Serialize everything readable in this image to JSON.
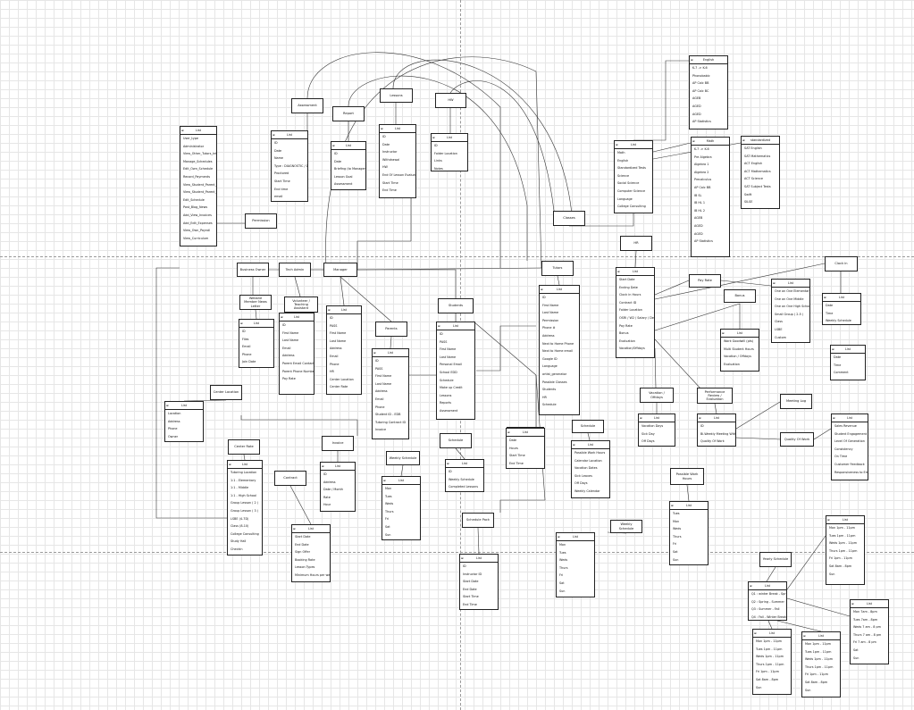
{
  "diagram": {
    "nodes": [
      {
        "id": "assessment",
        "label": "Assessment"
      },
      {
        "id": "report",
        "label": "Report"
      },
      {
        "id": "lessons",
        "label": "Lessons"
      },
      {
        "id": "hw",
        "label": "HW"
      },
      {
        "id": "permission",
        "label": "Permission"
      },
      {
        "id": "business_owner",
        "label": "Business Owner"
      },
      {
        "id": "tech_admin",
        "label": "Tech Admin"
      },
      {
        "id": "manager",
        "label": "Manager"
      },
      {
        "id": "website_member",
        "label": "Website Member News Letter"
      },
      {
        "id": "volunteer",
        "label": "Volunteer / Teaching Assistant"
      },
      {
        "id": "parents",
        "label": "Parents"
      },
      {
        "id": "students",
        "label": "Students"
      },
      {
        "id": "center_location",
        "label": "Center Location"
      },
      {
        "id": "center_rate",
        "label": "Center Rate"
      },
      {
        "id": "invoice",
        "label": "Invoice"
      },
      {
        "id": "contract",
        "label": "Contract"
      },
      {
        "id": "schedule_mid",
        "label": "Schedule"
      },
      {
        "id": "weekly_schedule_mid",
        "label": "Weekly Schedule"
      },
      {
        "id": "schedule_pack",
        "label": "Schedule Pack"
      },
      {
        "id": "completed_lessons",
        "label": "Completed Lessons"
      },
      {
        "id": "tutors",
        "label": "Tutors"
      },
      {
        "id": "classes",
        "label": "Classes"
      },
      {
        "id": "english",
        "label": "English"
      },
      {
        "id": "math",
        "label": "Math"
      },
      {
        "id": "standardized",
        "label": "standardized"
      },
      {
        "id": "hr",
        "label": "HR"
      },
      {
        "id": "pay_rate",
        "label": "Pay Rate"
      },
      {
        "id": "bonus",
        "label": "Bonus"
      },
      {
        "id": "clock_in",
        "label": "Clock in"
      },
      {
        "id": "schedule_right",
        "label": "Schedule"
      },
      {
        "id": "vacation_offdays",
        "label": "Vacation / Offdays"
      },
      {
        "id": "performance_review",
        "label": "Performance Review / Evaluation"
      },
      {
        "id": "meeting_log",
        "label": "Meeting Log"
      },
      {
        "id": "quality_of_work",
        "label": "Quality Of Work"
      },
      {
        "id": "possible_work_hours",
        "label": "Possible Work Hours"
      },
      {
        "id": "weekly_schedule_right",
        "label": "Weekly Schedule"
      },
      {
        "id": "yearly_schedule",
        "label": "Yearly Schedule"
      }
    ],
    "lists": [
      {
        "id": "user_list",
        "title": "List",
        "items": [
          "User_type",
          "Administrator",
          "View_Other_Tutors_Info",
          "Manage_Schedules",
          "Edit_Own_Schedule",
          "Record_Payments",
          "View_Student_Parent_Info",
          "View_Student_Parent_Scores",
          "Edit_Schedule",
          "Post_Blog_News",
          "Add_View_Invoices",
          "Add_Edit_Expenses",
          "View_Own_Payroll",
          "View_Curriculum"
        ]
      },
      {
        "id": "assessment_list",
        "title": "List",
        "items": [
          "ID",
          "Date",
          "Name",
          "Type : DIAGNOSTIC / DOV",
          "Proctored",
          "Start Time",
          "End time",
          "email"
        ]
      },
      {
        "id": "report_list",
        "title": "List",
        "items": [
          "ID",
          "Date",
          "Briefing (to Manager)",
          "Lesson Goal",
          "Assessment"
        ]
      },
      {
        "id": "lessons_list",
        "title": "List",
        "items": [
          "ID",
          "Date",
          "Instructor",
          "Withdrawal",
          "HW",
          "End Of Lesson Evaluation",
          "Start Time",
          "End Time"
        ]
      },
      {
        "id": "hw_list",
        "title": "List",
        "items": [
          "ID",
          "Folder Location",
          "Links",
          "Notes"
        ]
      },
      {
        "id": "website_list",
        "title": "List",
        "items": [
          "ID",
          "Files",
          "Email",
          "Phone",
          "Join Date"
        ]
      },
      {
        "id": "volunteer_list",
        "title": "List",
        "items": [
          "ID",
          "First Name",
          "Last Name",
          "Email",
          "Address",
          "Parent Email Contact",
          "Parent Phone Number",
          "Pay Rate"
        ]
      },
      {
        "id": "manager_list",
        "title": "List",
        "items": [
          "ID",
          "PASS",
          "First Name",
          "Last Name",
          "Address",
          "Email",
          "Phone",
          "HR",
          "Center Location",
          "Center Rate"
        ]
      },
      {
        "id": "parents_list",
        "title": "List",
        "items": [
          "ID",
          "PASS",
          "First Name",
          "Last Name",
          "Address",
          "Email",
          "Phone",
          "Student ID - EDB",
          "Tutoring Contract ID",
          "Invoice"
        ]
      },
      {
        "id": "students_list",
        "title": "List",
        "items": [
          "ID",
          "PASS",
          "First Name",
          "Last Name",
          "Personal Email",
          "School EDD",
          "Schedule",
          "Make up Credit",
          "Lessons",
          "Reports",
          "Assessment"
        ]
      },
      {
        "id": "center_location_list",
        "title": "List",
        "items": [
          "Location",
          "Address",
          "Phone",
          "Owner"
        ]
      },
      {
        "id": "center_rate_list",
        "title": "List",
        "items": [
          "Tutoring Location",
          "1:1 - Elementary",
          "1:1 - Middle",
          "1:1 - High School",
          "Group Lesson ( 2 )",
          "Group Lesson ( 3 )",
          "LSBE (4-7D)",
          "Class (8-10)",
          "College Consulting",
          "Study Hall",
          "Checkin"
        ]
      },
      {
        "id": "invoice_list",
        "title": "List",
        "items": [
          "ID",
          "Address",
          "Date / Month",
          "Rate",
          "Hour"
        ]
      },
      {
        "id": "contract_list",
        "title": "List",
        "items": [
          "Start Date",
          "End Date",
          "Sign Offer",
          "Booking Rate",
          "Lesson Types",
          "Minimum Hours per week"
        ]
      },
      {
        "id": "schedule_mid_list",
        "title": "List",
        "items": [
          "ID",
          "Weekly Schedule",
          "Completed Lessons"
        ]
      },
      {
        "id": "weekly_mid_list",
        "title": "List",
        "items": [
          "Mon",
          "Tues",
          "Weds",
          "Thurs",
          "Fri",
          "Sat",
          "Sun"
        ]
      },
      {
        "id": "schedule_pack_list",
        "title": "List",
        "items": [
          "ID",
          "Instructor ID",
          "Start Date",
          "End Date",
          "Start Time",
          "End Time"
        ]
      },
      {
        "id": "completed_list",
        "title": "List",
        "items": [
          "Date",
          "Hours",
          "Start Time",
          "End Time"
        ]
      },
      {
        "id": "tutors_list",
        "title": "List",
        "items": [
          "ID",
          "First Name",
          "Last Name",
          "Permission",
          "Phone #",
          "Address",
          "Next to Home Phone",
          "Next to Home email",
          "Google ID",
          "Language",
          "artist_generator",
          "Possible Classes",
          "Students",
          "HR",
          "Schedule"
        ]
      },
      {
        "id": "classes_list",
        "title": "List",
        "items": [
          "Math",
          "English",
          "Standardized Tests",
          "Science",
          "Social Science",
          "Computer Science",
          "Language",
          "College Consulting"
        ]
      },
      {
        "id": "english_list",
        "title": "English",
        "items": [
          "K-7 -> K-6",
          "Phonobabic",
          "AP Calc BB",
          "AP Calc BC",
          "AGEB",
          "AGED",
          "AGED",
          "AP Statistics"
        ]
      },
      {
        "id": "math_list",
        "title": "Math",
        "items": [
          "K-7 -> K-6",
          "Pre Algebra",
          "Algebra 1",
          "Algebra 2",
          "Precalculus",
          "AP Calc BB",
          "IB SL",
          "IB HL 1",
          "IB HL 2",
          "AGEB",
          "AGED",
          "AGED",
          "AP Statistics"
        ]
      },
      {
        "id": "standardized_list",
        "title": "standardized",
        "items": [
          "SAT English",
          "SAT Mathematics",
          "ACT English",
          "ACT Mathematics",
          "ACT Science",
          "SAT Subject Tests",
          "Swift",
          "SILSE"
        ]
      },
      {
        "id": "hr_list",
        "title": "List",
        "items": [
          "Start Date",
          "Ending Date",
          "Clock in Hours",
          "Contract ID",
          "Folder Location",
          "OSRI / W2 / Salary / Desk",
          "Pay Rate",
          "Bonus",
          "Evaluation",
          "Vacation/Offdays"
        ]
      },
      {
        "id": "pay_rate_list",
        "title": "List",
        "items": [
          "One on One Elementary",
          "One on One Middle",
          "One on One High School",
          "Small Group ( 2-5 )",
          "Class",
          "LSBE",
          "Custom"
        ]
      },
      {
        "id": "bonus_list",
        "title": "List",
        "items": [
          "Work Goodwill (pts)",
          "Multi Student Hours",
          "Vacation / Offdays",
          "Evaluation"
        ]
      },
      {
        "id": "clock_in_list",
        "title": "List",
        "items": [
          "Date",
          "Time",
          "Weekly Schedule"
        ]
      },
      {
        "id": "clock_in_list2",
        "title": "List",
        "items": [
          "Date",
          "Time",
          "Comment"
        ]
      },
      {
        "id": "schedule_right_list",
        "title": "List",
        "items": [
          "Possible Work Hours",
          "Calendar Location",
          "Vacation Dates",
          "Sick Leaves",
          "Off Days",
          "Weekly Calendar"
        ]
      },
      {
        "id": "vacation_list",
        "title": "List",
        "items": [
          "Vacation Days",
          "Sick Day",
          "Off Days"
        ]
      },
      {
        "id": "performance_list",
        "title": "List",
        "items": [
          "ID",
          "Bi-Weekly Meeting With 1",
          "Quality Of Work"
        ]
      },
      {
        "id": "quality_list",
        "title": "List",
        "items": [
          "Sales Revenue",
          "Student Engagement",
          "Level Of Generation",
          "Consistency",
          "On Time",
          "Customer Feedback",
          "Responsiveness to Email"
        ]
      },
      {
        "id": "weekly_right_list",
        "title": "List",
        "items": [
          "Mon",
          "Tues",
          "Weds",
          "Thurs",
          "Fri",
          "Sat",
          "Sun"
        ]
      },
      {
        "id": "possible_list",
        "title": "List",
        "items": [
          "Tues",
          "Mon",
          "Weds",
          "Thurs",
          "Fri",
          "Sat",
          "Sun"
        ]
      },
      {
        "id": "yearly_list",
        "title": "List",
        "items": [
          "Q1 : winter Break - Spring Break",
          "Q2 : Spring - Summer",
          "Q3 : Summer - Fall",
          "Q4 : Fall - Winter Break"
        ]
      },
      {
        "id": "times_a",
        "title": "List",
        "items": [
          "Mon 1pm - 11pm",
          "Tues 1pm - 11pm",
          "Weds 1pm - 11pm",
          "Thurs 1pm - 11pm",
          "Fri 1pm - 11pm",
          "Sat 8am - 8pm",
          "Sun"
        ]
      },
      {
        "id": "times_b",
        "title": "List",
        "items": [
          "Mon 1pm - 11pm",
          "Tues 1pm - 11pm",
          "Weds 1pm - 11pm",
          "Thurs 1pm - 11pm",
          "Fri 1pm - 11pm",
          "Sat 8am - 8pm",
          "Sun"
        ]
      },
      {
        "id": "times_c",
        "title": "List",
        "items": [
          "Mon 1pm - 11pm",
          "Tues 1pm - 11pm",
          "Weds 1pm - 11pm",
          "Thurs 1pm - 11pm",
          "Fri 1pm - 11pm",
          "Sat 8am - 8pm",
          "Sun"
        ]
      },
      {
        "id": "times_d",
        "title": "List",
        "items": [
          "Mon 7am - 8pm",
          "Tues 7am - 8pm",
          "Weds 7 am - 8 pm",
          "Thurs 7 am - 8 pm",
          "Fri 7 am - 8 pm",
          "Sat",
          "Sun"
        ]
      }
    ],
    "colors": {
      "line": "#333333",
      "grid": "#e6e6e6",
      "box_border": "#222222"
    }
  }
}
